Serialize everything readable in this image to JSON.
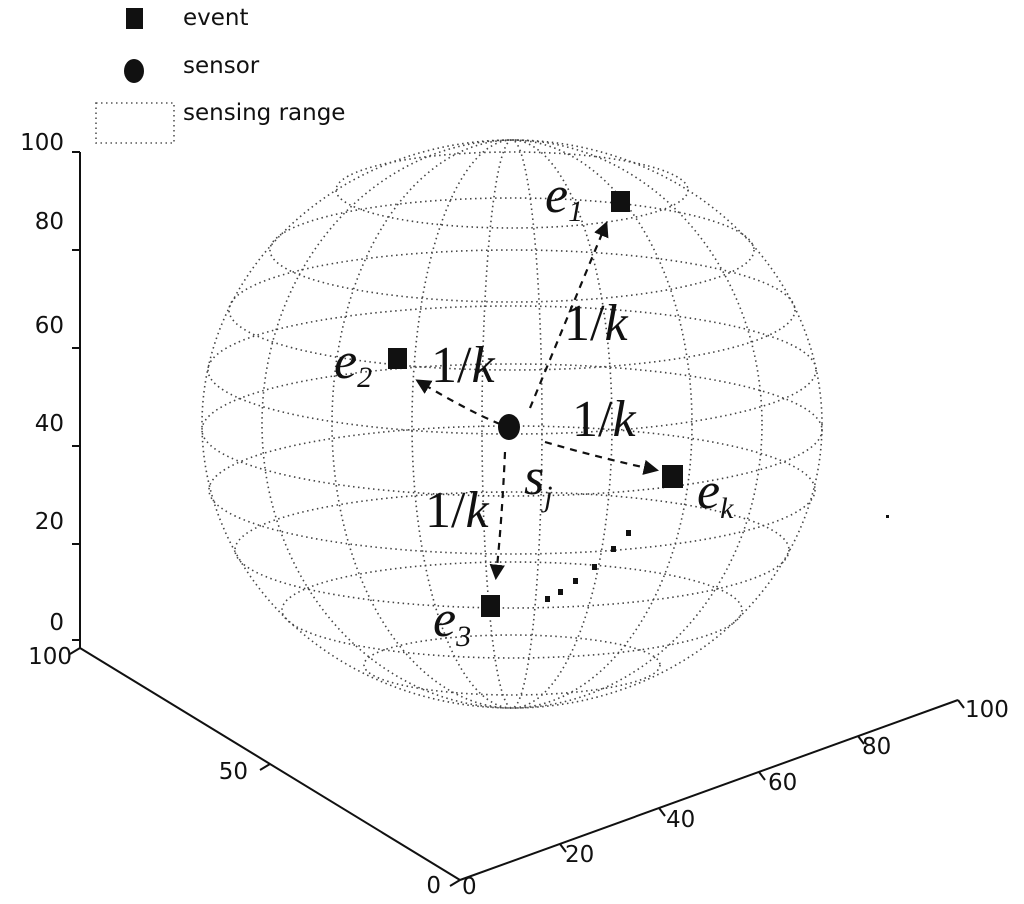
{
  "legend": {
    "event": "event",
    "sensor": "sensor",
    "sensing_range": "sensing range"
  },
  "axes": {
    "z_ticks": [
      "100",
      "80",
      "60",
      "40",
      "20",
      "0"
    ],
    "y_ticks": [
      "100",
      "50",
      "0"
    ],
    "x_ticks": [
      "0",
      "20",
      "40",
      "60",
      "80",
      "100"
    ]
  },
  "labels": {
    "e1": {
      "base": "e",
      "sub": "1"
    },
    "e2": {
      "base": "e",
      "sub": "2"
    },
    "e3": {
      "base": "e",
      "sub": "3"
    },
    "ek": {
      "base": "e",
      "sub": "k"
    },
    "sensor": {
      "base": "s",
      "sub": "j"
    },
    "weight_num": "1/",
    "weight_var": "k"
  },
  "colors": {
    "ink": "#111111",
    "mesh": "#444444"
  }
}
